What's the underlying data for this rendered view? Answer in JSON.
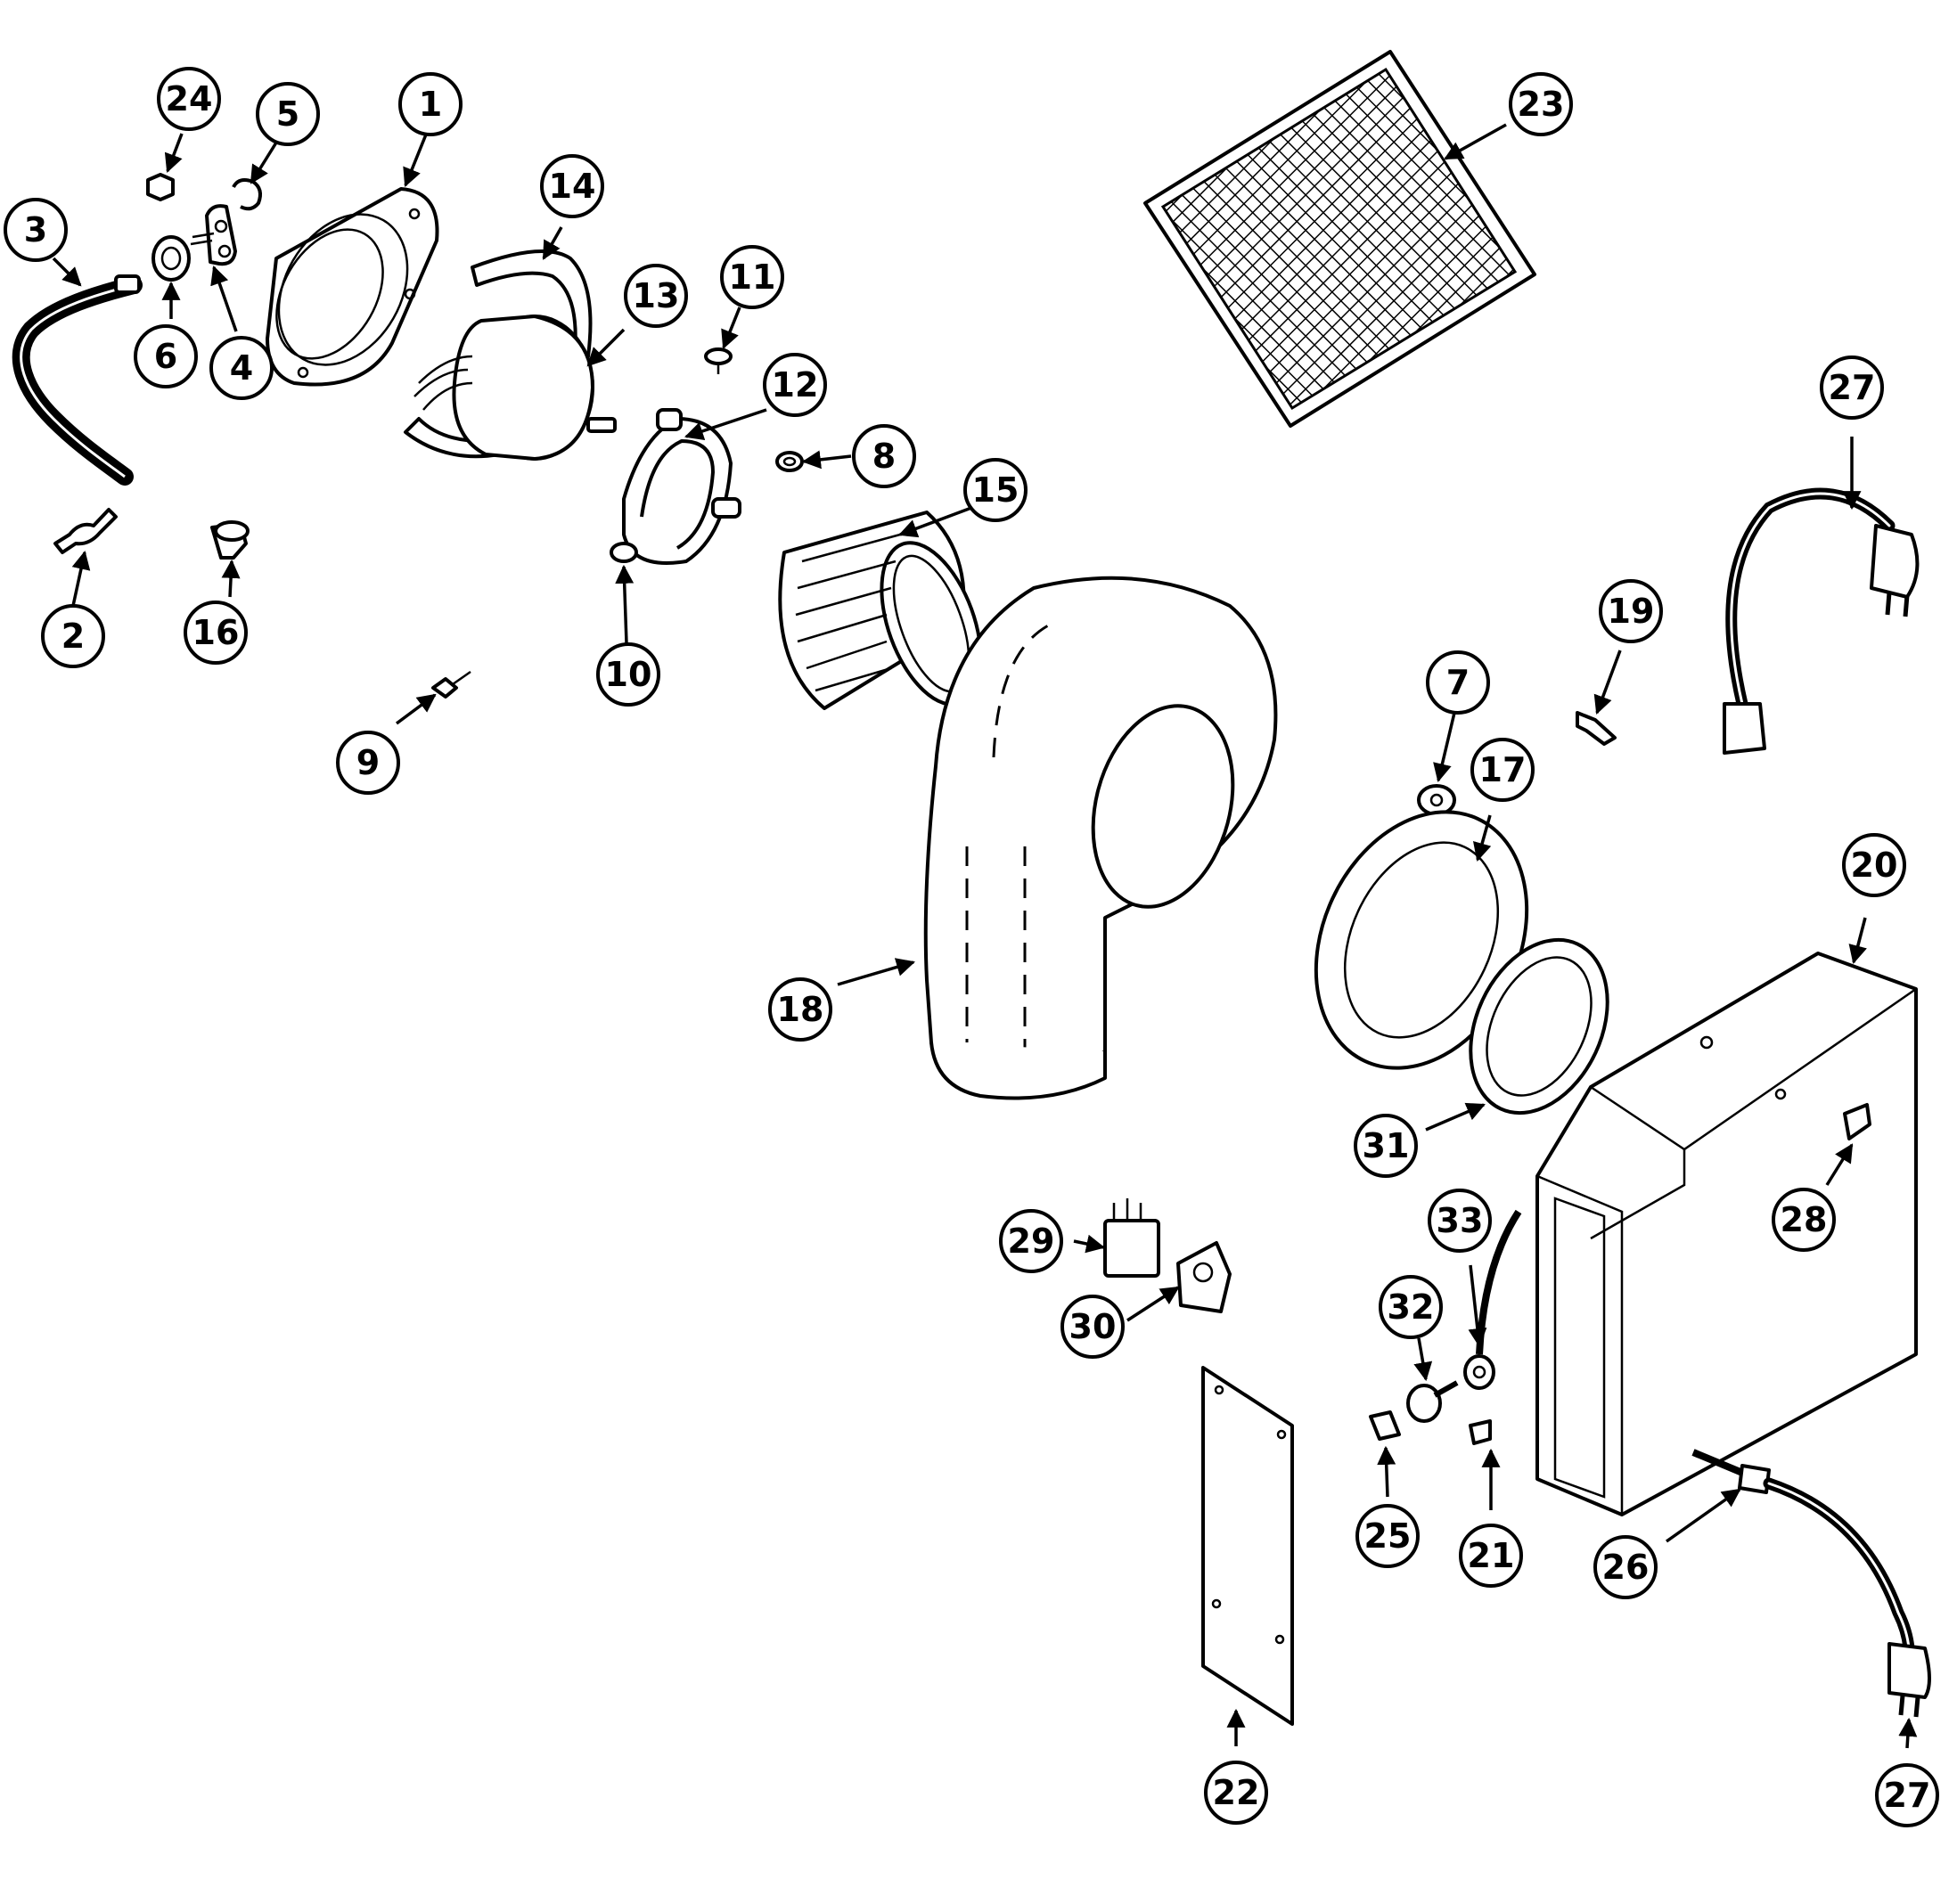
{
  "diagram": {
    "type": "exploded-parts-view",
    "part_numbers": [
      "1",
      "2",
      "3",
      "4",
      "5",
      "6",
      "7",
      "8",
      "9",
      "10",
      "11",
      "12",
      "13",
      "14",
      "15",
      "16",
      "17",
      "18",
      "19",
      "20",
      "21",
      "22",
      "23",
      "24",
      "25",
      "26",
      "27",
      "28",
      "29",
      "30",
      "31",
      "32",
      "33"
    ]
  },
  "callouts": [
    {
      "id": "c1",
      "label": "1"
    },
    {
      "id": "c2",
      "label": "2"
    },
    {
      "id": "c3",
      "label": "3"
    },
    {
      "id": "c4",
      "label": "4"
    },
    {
      "id": "c5",
      "label": "5"
    },
    {
      "id": "c6",
      "label": "6"
    },
    {
      "id": "c7",
      "label": "7"
    },
    {
      "id": "c8",
      "label": "8"
    },
    {
      "id": "c9",
      "label": "9"
    },
    {
      "id": "c10",
      "label": "10"
    },
    {
      "id": "c11",
      "label": "11"
    },
    {
      "id": "c12",
      "label": "12"
    },
    {
      "id": "c13",
      "label": "13"
    },
    {
      "id": "c14",
      "label": "14"
    },
    {
      "id": "c15",
      "label": "15"
    },
    {
      "id": "c16",
      "label": "16"
    },
    {
      "id": "c17",
      "label": "17"
    },
    {
      "id": "c18",
      "label": "18"
    },
    {
      "id": "c19",
      "label": "19"
    },
    {
      "id": "c20",
      "label": "20"
    },
    {
      "id": "c21",
      "label": "21"
    },
    {
      "id": "c22",
      "label": "22"
    },
    {
      "id": "c23",
      "label": "23"
    },
    {
      "id": "c24",
      "label": "24"
    },
    {
      "id": "c25",
      "label": "25"
    },
    {
      "id": "c26",
      "label": "26"
    },
    {
      "id": "c27a",
      "label": "27"
    },
    {
      "id": "c27b",
      "label": "27"
    },
    {
      "id": "c28",
      "label": "28"
    },
    {
      "id": "c29",
      "label": "29"
    },
    {
      "id": "c30",
      "label": "30"
    },
    {
      "id": "c31",
      "label": "31"
    },
    {
      "id": "c32",
      "label": "32"
    },
    {
      "id": "c33",
      "label": "33"
    }
  ],
  "colors": {
    "line": "#000000",
    "background": "#ffffff"
  }
}
